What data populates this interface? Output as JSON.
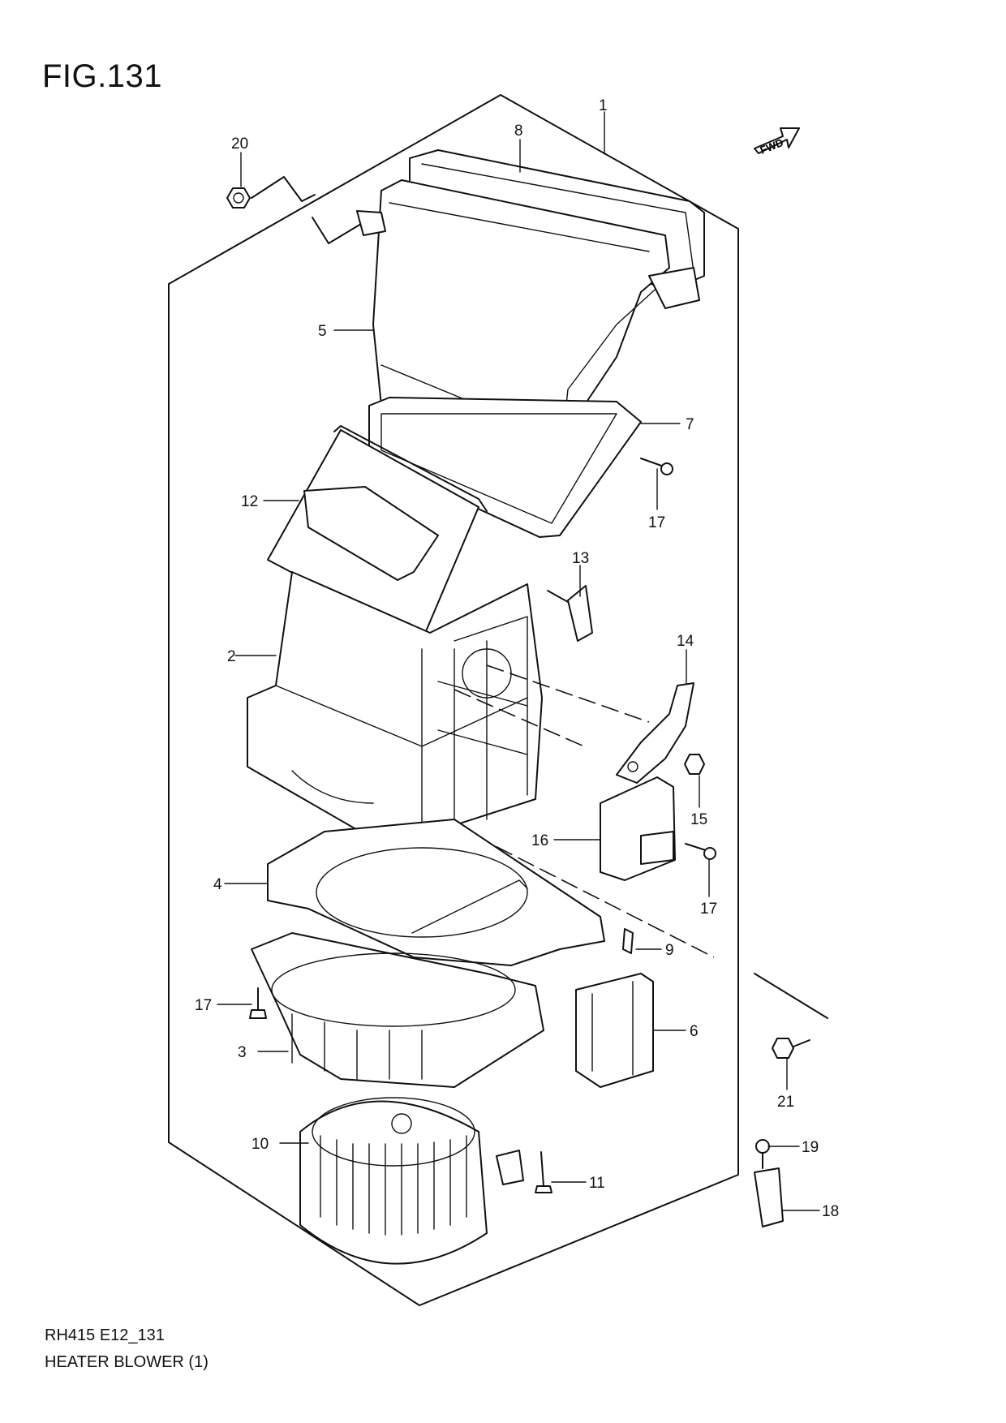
{
  "figure": {
    "title": "FIG.131",
    "model_code": "RH415 E12_131",
    "name": "HEATER BLOWER (1)",
    "direction_label": "FWD"
  },
  "callouts": [
    "1",
    "2",
    "3",
    "4",
    "5",
    "6",
    "7",
    "8",
    "9",
    "10",
    "11",
    "12",
    "13",
    "14",
    "15",
    "16",
    "17",
    "17",
    "17",
    "17",
    "18",
    "19",
    "20",
    "21"
  ]
}
